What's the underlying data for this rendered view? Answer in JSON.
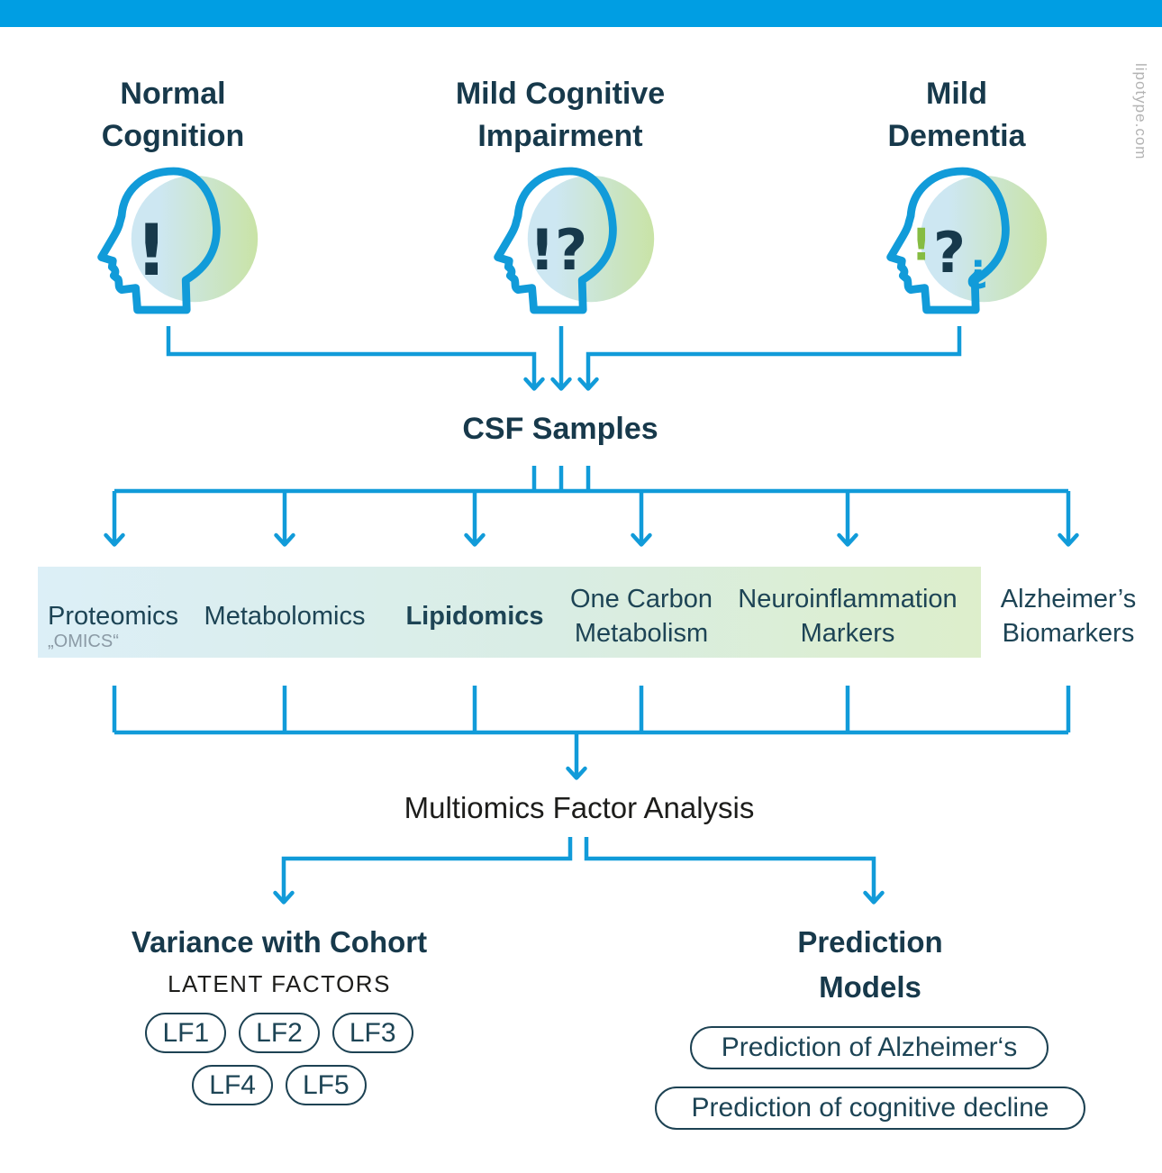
{
  "watermark": "lipotype.com",
  "colors": {
    "accent_blue": "#009ee3",
    "line_blue": "#119bd9",
    "navy": "#17394b",
    "band_navy": "#1d4455",
    "green": "#86bc42",
    "text_black": "#1d1d1b",
    "muted_gray": "#8b9aa5",
    "watermark_gray": "#b3b3b3",
    "band_gradient_start": "#dceff7",
    "band_gradient_end": "#ddeecb"
  },
  "cohorts": [
    {
      "label_line1": "Normal",
      "label_line2": "Cognition",
      "marks": [
        {
          "glyph": "!",
          "color": "#17394b"
        }
      ]
    },
    {
      "label_line1": "Mild Cognitive",
      "label_line2": "Impairment",
      "marks": [
        {
          "glyph": "!?",
          "color": "#17394b"
        }
      ]
    },
    {
      "label_line1": "Mild",
      "label_line2": "Dementia",
      "marks": [
        {
          "glyph": "!",
          "color": "#86bc42"
        },
        {
          "glyph": "?",
          "color": "#17394b"
        },
        {
          "glyph": "¿",
          "color": "#119bd9"
        }
      ]
    }
  ],
  "csf": {
    "title": "CSF Samples"
  },
  "omics_band": {
    "caption": "„OMICS“",
    "items": [
      {
        "line1": "Proteomics"
      },
      {
        "line1": "Metabolomics"
      },
      {
        "line1": "Lipidomics"
      },
      {
        "line1": "One Carbon",
        "line2": "Metabolism"
      },
      {
        "line1": "Neuroinflammation",
        "line2": "Markers"
      },
      {
        "line1": "Alzheimer’s",
        "line2": "Biomarkers"
      }
    ]
  },
  "analysis": {
    "title": "Multiomics Factor Analysis"
  },
  "variance": {
    "title": "Variance with Cohort",
    "caption": "LATENT FACTORS",
    "factors": [
      "LF1",
      "LF2",
      "LF3",
      "LF4",
      "LF5"
    ]
  },
  "prediction": {
    "title_line1": "Prediction",
    "title_line2": "Models",
    "pills": [
      "Prediction of Alzheimer‘s",
      "Prediction of cognitive decline"
    ]
  }
}
